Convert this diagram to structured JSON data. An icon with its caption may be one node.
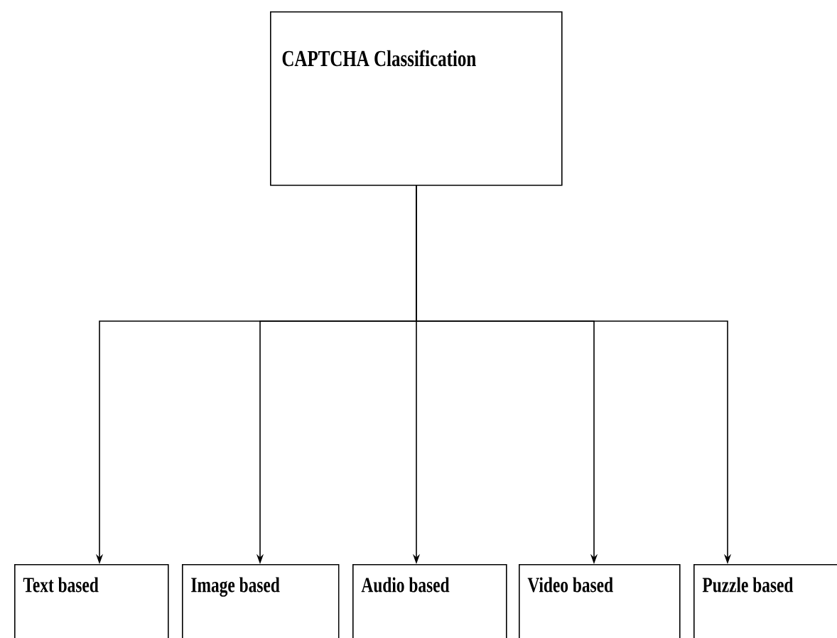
{
  "diagram": {
    "nodes": [
      {
        "text": [
          "CAPTCHA Classification"
        ]
      },
      {
        "text": [
          "Text based"
        ]
      },
      {
        "text": [
          "Image based"
        ]
      },
      {
        "text": [
          "Audio based"
        ]
      },
      {
        "text": [
          "Video based"
        ]
      },
      {
        "text": [
          "Puzzle based"
        ]
      }
    ],
    "edges": [
      {
        "from": 0,
        "to": 1,
        "arrow": "to"
      },
      {
        "from": 0,
        "to": 2,
        "arrow": "to"
      },
      {
        "from": 0,
        "to": 3,
        "arrow": "to"
      },
      {
        "from": 0,
        "to": 4,
        "arrow": "to"
      },
      {
        "from": 0,
        "to": 5,
        "arrow": "to"
      }
    ]
  }
}
